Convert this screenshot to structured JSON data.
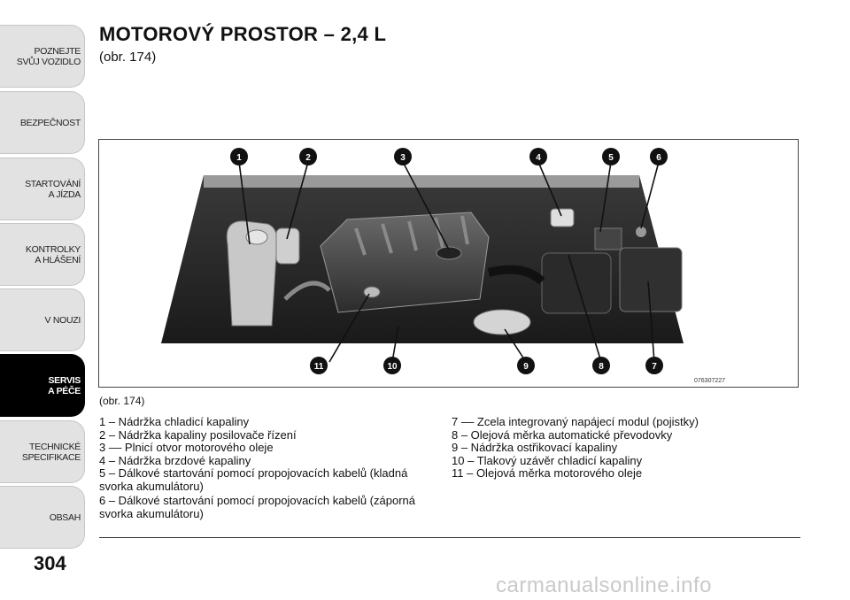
{
  "sidebar": {
    "tabs": [
      {
        "label": "POZNEJTE\nSVŮJ VOZIDLO",
        "active": false
      },
      {
        "label": "BEZPEČNOST",
        "active": false
      },
      {
        "label": "STARTOVÁNÍ\nA JÍZDA",
        "active": false
      },
      {
        "label": "KONTROLKY\nA HLÁŠENÍ",
        "active": false
      },
      {
        "label": "V NOUZI",
        "active": false
      },
      {
        "label": "SERVIS\nA PÉČE",
        "active": true
      },
      {
        "label": "TECHNICKÉ\nSPECIFIKACE",
        "active": false
      },
      {
        "label": "OBSAH",
        "active": false
      }
    ]
  },
  "page_number": "304",
  "heading": {
    "title": "MOTOROVÝ PROSTOR – 2,4 L",
    "subtitle": "(obr.  174)"
  },
  "figure": {
    "caption": "(obr. 174)",
    "code": "076307227",
    "callouts_top": [
      "1",
      "2",
      "3",
      "4",
      "5",
      "6"
    ],
    "callouts_bottom": [
      "11",
      "10",
      "9",
      "8",
      "7"
    ]
  },
  "legend": {
    "left": [
      "1 – Nádržka chladicí kapaliny",
      "2 – Nádržka kapaliny posilovače řízení",
      "3 –– Plnicí otvor motorového oleje",
      "4 – Nádržka brzdové kapaliny",
      "5 – Dálkové startování pomocí propojovacích kabelů (kladná svorka akumulátoru)",
      "6 – Dálkové startování pomocí propojovacích kabelů (záporná svorka akumulátoru)"
    ],
    "right": [
      "7 –– Zcela integrovaný napájecí modul (pojistky)",
      "8 – Olejová měrka automatické převodovky",
      "9 – Nádržka ostřikovací kapaliny",
      "10 – Tlakový uzávěr chladicí kapaliny",
      "11 – Olejová měrka motorového oleje"
    ]
  },
  "watermark": "carmanualsonline.info"
}
